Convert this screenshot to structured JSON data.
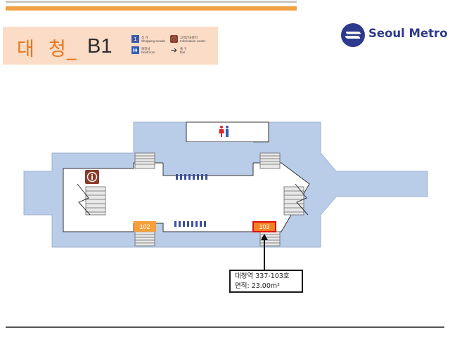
{
  "header": {
    "station_name": "대  청_",
    "level": "B1"
  },
  "legend": [
    {
      "icon": "shop-icon",
      "label_1": "상 가",
      "label_2": "Shopping arcade",
      "color": "#3b5ba9"
    },
    {
      "icon": "information-icon",
      "label_1": "고객안내센터",
      "label_2": "Information center",
      "color": "#8b3a2a"
    },
    {
      "icon": "restroom-icon",
      "label_1": "화장실",
      "label_2": "Restroom",
      "color": "#3b5ba9"
    },
    {
      "icon": "exit-arrow-icon",
      "label_1": "출 구",
      "label_2": "Exit",
      "color": "#555555"
    }
  ],
  "logo": {
    "text": "Seoul Metro",
    "color": "#2e3a8c"
  },
  "map": {
    "floor_color": "#b9cce8",
    "concourse_color": "#ffffff",
    "shops": [
      {
        "label": "102",
        "color": "#f5a03a"
      },
      {
        "label": "103",
        "color": "#f28122",
        "highlighted": true
      }
    ],
    "icons": [
      "restroom-icon",
      "information-icon"
    ]
  },
  "callout": {
    "line1": "대청역 337-103호",
    "line2": "면적: 23.00m²"
  },
  "colors": {
    "accent_orange": "#f1a042",
    "panel_bg": "#fbdcc6",
    "highlight_red": "#e01010"
  }
}
